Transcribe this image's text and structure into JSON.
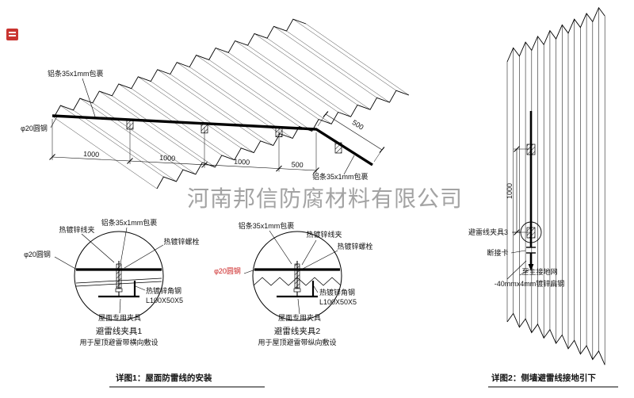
{
  "watermark": "河南邦信防腐材料有限公司",
  "roof_view": {
    "wrap_label_top": "铝条35x1mm包裹",
    "rod_label": "φ20圆钢",
    "wrap_label_right": "铝条35x1mm包裹",
    "dim_1000_a": "1000",
    "dim_1000_b": "1000",
    "dim_1000_c": "1000",
    "dim_500_bottom": "500",
    "dim_500_right": "500"
  },
  "detail1": {
    "clip_label": "热镀锌线夹",
    "wrap_label": "铝条35x1mm包裹",
    "bolt_label": "热镀锌螺栓",
    "rod_label": "φ20圆钢",
    "angle_label": "热镀锌角钢",
    "angle_spec": "L100X50X5",
    "fixture_label": "屋面专用夹具",
    "title": "避雷线夹具1",
    "subtitle": "用于屋顶避雷带横向敷设"
  },
  "detail2": {
    "wrap_label": "铝条35x1mm包裹",
    "clip_label": "热镀锌线夹",
    "bolt_label": "热镀锌螺栓",
    "rod_label": "φ20圆钢",
    "angle_label": "热镀锌角钢",
    "angle_spec": "L100X50X5",
    "fixture_label": "屋面专用夹具",
    "title": "避雷线夹具2",
    "subtitle": "用于屋顶避雷带纵向敷设"
  },
  "caption1": "详图1：屋面防雷线的安装",
  "wall_view": {
    "dim_1000": "1000",
    "clamp_label": "避雷线夹具3",
    "disconnect_label": "断接卡",
    "ground_label": "至主接地网",
    "flat_steel_label": "-40mmx4mm镀锌扁钢"
  },
  "caption2": "详图2：侧墙避雷线接地引下"
}
